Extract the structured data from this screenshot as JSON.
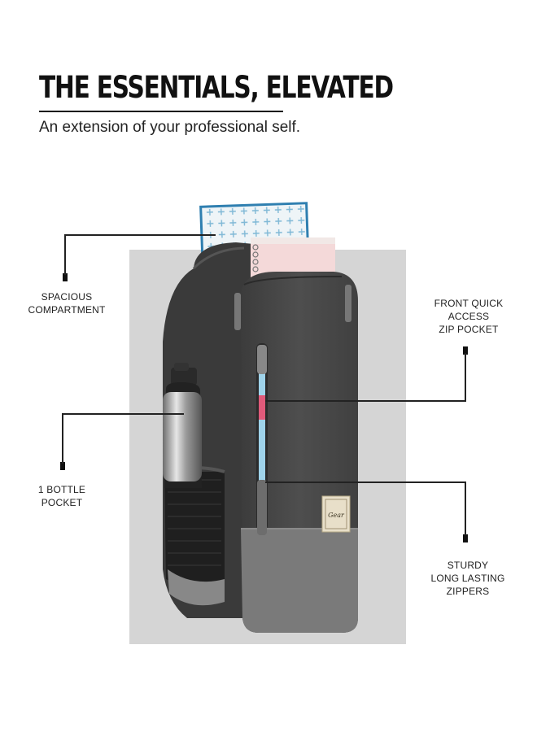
{
  "header": {
    "headline": "THE ESSENTIALS, ELEVATED",
    "subline": "An extension of your professional self."
  },
  "callouts": {
    "compartment": {
      "line1": "SPACIOUS",
      "line2": "COMPARTMENT"
    },
    "front_pocket": {
      "line1": "FRONT QUICK",
      "line2": "ACCESS",
      "line3": "ZIP POCKET"
    },
    "bottle": {
      "line1": "1 BOTTLE",
      "line2": "POCKET"
    },
    "zippers": {
      "line1": "STURDY",
      "line2": "LONG LASTING",
      "line3": "ZIPPERS"
    }
  },
  "product": {
    "patch_text": "Gear"
  },
  "colors": {
    "backdrop": "#d5d5d5",
    "bag_body": "#4a4a4a",
    "bag_base": "#7a7a7a",
    "accent_text": "#111111"
  }
}
